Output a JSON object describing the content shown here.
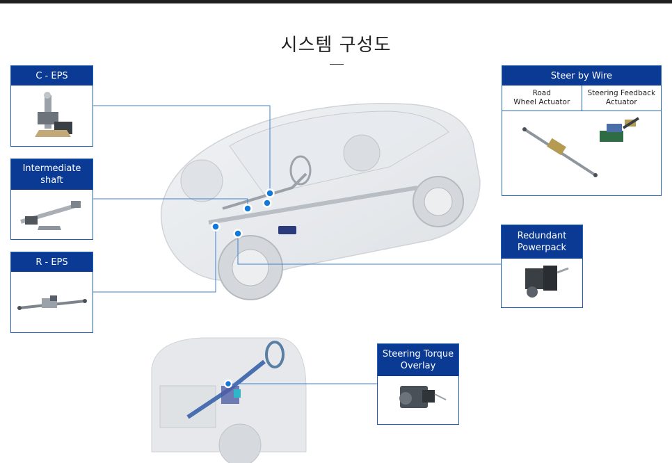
{
  "title": "시스템 구성도",
  "cards": {
    "c_eps": {
      "label": "C - EPS"
    },
    "intermediate": {
      "label_l1": "Intermediate",
      "label_l2": "shaft"
    },
    "r_eps": {
      "label": "R - EPS"
    },
    "steer_by_wire": {
      "label": "Steer by Wire",
      "sub_left_l1": "Road",
      "sub_left_l2": "Wheel Actuator",
      "sub_right_l1": "Steering Feedback",
      "sub_right_l2": "Actuator"
    },
    "redundant": {
      "label_l1": "Redundant",
      "label_l2": "Powerpack"
    },
    "torque_overlay": {
      "label_l1": "Steering Torque",
      "label_l2": "Overlay"
    }
  },
  "colors": {
    "header": "#0a3a93",
    "border": "#1f5fb5",
    "dot": "#1479d6"
  }
}
